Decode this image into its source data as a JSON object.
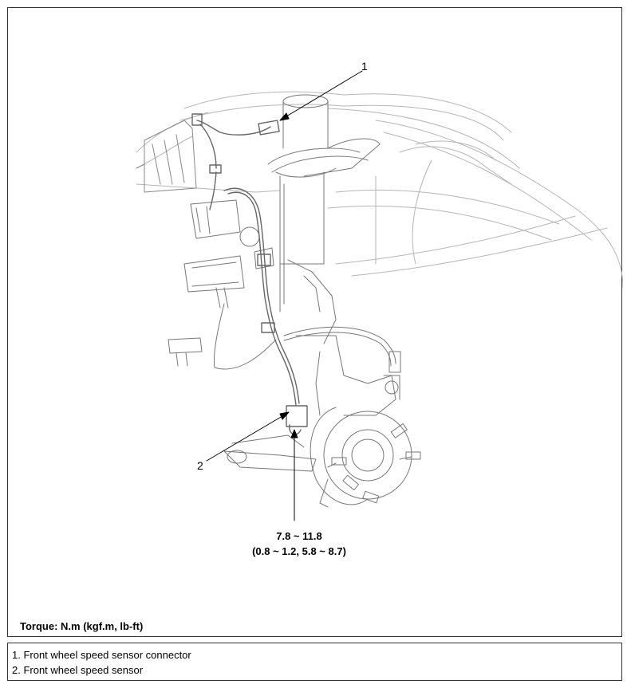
{
  "callouts": {
    "one": "1",
    "two": "2"
  },
  "torque": {
    "metric": "7.8 ~ 11.8",
    "conversions": "(0.8 ~ 1.2, 5.8 ~ 8.7)",
    "units_note": "Torque: N.m (kgf.m, lb-ft)"
  },
  "legend": {
    "items": [
      "1. Front wheel speed sensor connector",
      "2. Front wheel speed sensor"
    ]
  }
}
